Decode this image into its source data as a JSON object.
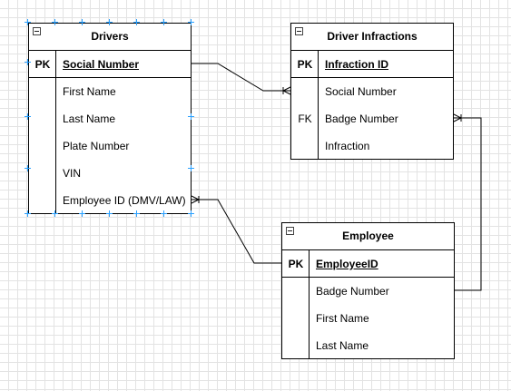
{
  "entities": {
    "drivers": {
      "title": "Drivers",
      "pk_key": "PK",
      "pk_field": "Social Number",
      "fields": [
        "First Name",
        "Last Name",
        "Plate Number",
        "VIN",
        "Employee ID (DMV/LAW)"
      ]
    },
    "driver_infractions": {
      "title": "Driver Infractions",
      "pk_key": "PK",
      "pk_field": "Infraction ID",
      "fields": [
        "Social Number",
        "Badge Number",
        "Infraction"
      ],
      "fk_key": "FK"
    },
    "employee": {
      "title": "Employee",
      "pk_key": "PK",
      "pk_field": "EmployeeID",
      "fields": [
        "Badge Number",
        "First Name",
        "Last Name"
      ]
    }
  },
  "colors": {
    "line": "#000000",
    "selection": "#29a0ff",
    "grid": "#e3e3e3"
  },
  "icons": {
    "collapse": "collapse-icon",
    "handle": "resize-handle-icon"
  }
}
